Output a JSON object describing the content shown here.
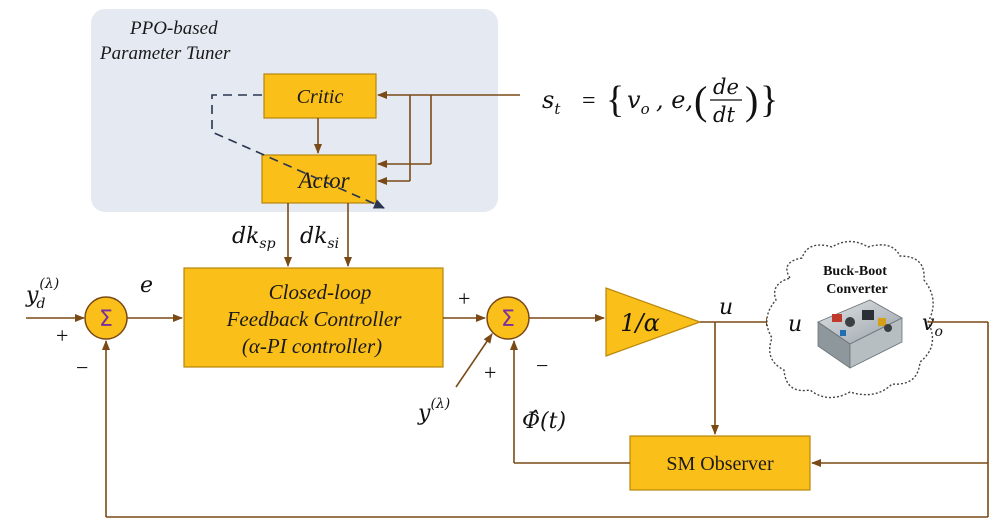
{
  "tuner": {
    "title_line1": "PPO-based",
    "title_line2": "Parameter Tuner",
    "critic": "Critic",
    "actor": "Actor"
  },
  "state": {
    "lhs": "s",
    "lhs_sub": "t",
    "equals": "=",
    "set_open": "{",
    "vo": "v",
    "vo_sub": "o",
    "comma_e": ", e,",
    "paren_open": "(",
    "de": "de",
    "dt": "dt",
    "paren_close": ")",
    "set_close": "}"
  },
  "gains": {
    "dksp": "dk",
    "dksp_sub": "sp",
    "dksi": "dk",
    "dksi_sub": "si"
  },
  "controller": {
    "line1": "Closed-loop",
    "line2": "Feedback Controller",
    "line3": "(α-PI controller)"
  },
  "signals": {
    "yd": "y",
    "yd_sub": "d",
    "yd_sup": "(λ)",
    "e": "e",
    "plus1": "+",
    "minus1": "−",
    "plus2": "+",
    "plus3": "+",
    "minus2": "−",
    "y_lambda": "y",
    "y_lambda_sup": "(λ)",
    "phi_hat": "Φ̂(t)",
    "u_out": "u",
    "u_in": "u",
    "vo_out": "v",
    "vo_out_sub": "o"
  },
  "sum_symbol": "Σ",
  "gain_block": "1/α",
  "converter": {
    "line1": "Buck-Boot",
    "line2": "Converter"
  },
  "observer": "SM Observer",
  "colors": {
    "block_fill": "#fbbf1a",
    "block_stroke": "#b8860b",
    "arrow": "#7a4a16",
    "panel": "#e4e9f2",
    "dashed": "#2a3550",
    "sum_text": "#7a2ea0"
  }
}
